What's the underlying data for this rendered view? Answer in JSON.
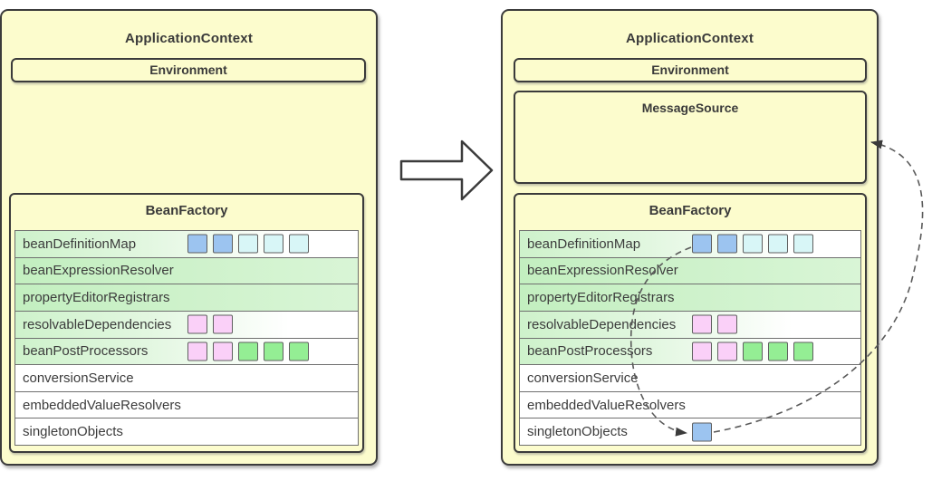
{
  "diagram": {
    "left_panel": {
      "title": "ApplicationContext",
      "environment_label": "Environment",
      "bean_factory_title": "BeanFactory"
    },
    "right_panel": {
      "title": "ApplicationContext",
      "environment_label": "Environment",
      "message_source_title": "MessageSource",
      "bean_factory_title": "BeanFactory"
    },
    "rows": [
      {
        "label": "beanDefinitionMap",
        "tint": "fade",
        "left_squares": [
          "blue",
          "blue",
          "cyan",
          "cyan",
          "cyan"
        ],
        "right_squares": [
          "blue",
          "blue",
          "cyan",
          "cyan",
          "cyan"
        ]
      },
      {
        "label": "beanExpressionResolver",
        "tint": "green",
        "left_squares": [],
        "right_squares": []
      },
      {
        "label": "propertyEditorRegistrars",
        "tint": "green",
        "left_squares": [],
        "right_squares": []
      },
      {
        "label": "resolvableDependencies",
        "tint": "fade",
        "left_squares": [
          "pink",
          "pink"
        ],
        "right_squares": [
          "pink",
          "pink"
        ]
      },
      {
        "label": "beanPostProcessors",
        "tint": "fade",
        "left_squares": [
          "pink",
          "pink",
          "green",
          "green",
          "green"
        ],
        "right_squares": [
          "pink",
          "pink",
          "green",
          "green",
          "green"
        ]
      },
      {
        "label": "conversionService",
        "tint": "white",
        "left_squares": [],
        "right_squares": []
      },
      {
        "label": "embeddedValueResolvers",
        "tint": "white",
        "left_squares": [],
        "right_squares": []
      },
      {
        "label": "singletonObjects",
        "tint": "white",
        "left_squares": [],
        "right_squares": [
          "blue"
        ]
      }
    ],
    "colors": {
      "panel_bg": "#fcfccd",
      "border": "#3b3b3b",
      "square_blue": "#9cc4f0",
      "square_cyan": "#d8f6f7",
      "square_pink": "#fad0f8",
      "square_green": "#94ee94",
      "dash_color": "#5a5a5a",
      "arrow_fill": "#ffffff"
    }
  }
}
